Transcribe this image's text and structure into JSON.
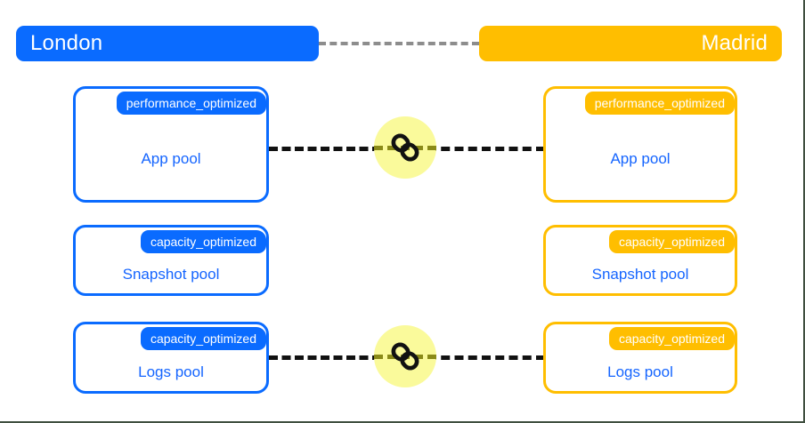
{
  "colors": {
    "left_region": "#0a6bff",
    "right_region": "#ffbe00",
    "pool_label_text": "#1565ff",
    "link_circle": "#fafa9b",
    "region_connector": "#8d8d8d",
    "pool_connector": "#111111",
    "page_border": "#3f4f3f"
  },
  "regions": {
    "left": {
      "name": "London"
    },
    "right": {
      "name": "Madrid"
    }
  },
  "pools": {
    "left": [
      {
        "badge": "performance_optimized",
        "name": "App pool"
      },
      {
        "badge": "capacity_optimized",
        "name": "Snapshot pool"
      },
      {
        "badge": "capacity_optimized",
        "name": "Logs pool"
      }
    ],
    "right": [
      {
        "badge": "performance_optimized",
        "name": "App pool"
      },
      {
        "badge": "capacity_optimized",
        "name": "Snapshot pool"
      },
      {
        "badge": "capacity_optimized",
        "name": "Logs pool"
      }
    ]
  },
  "links": [
    {
      "icon": "chain-link-icon",
      "connects": "App pool"
    },
    {
      "icon": "chain-link-icon",
      "connects": "Logs pool"
    }
  ]
}
